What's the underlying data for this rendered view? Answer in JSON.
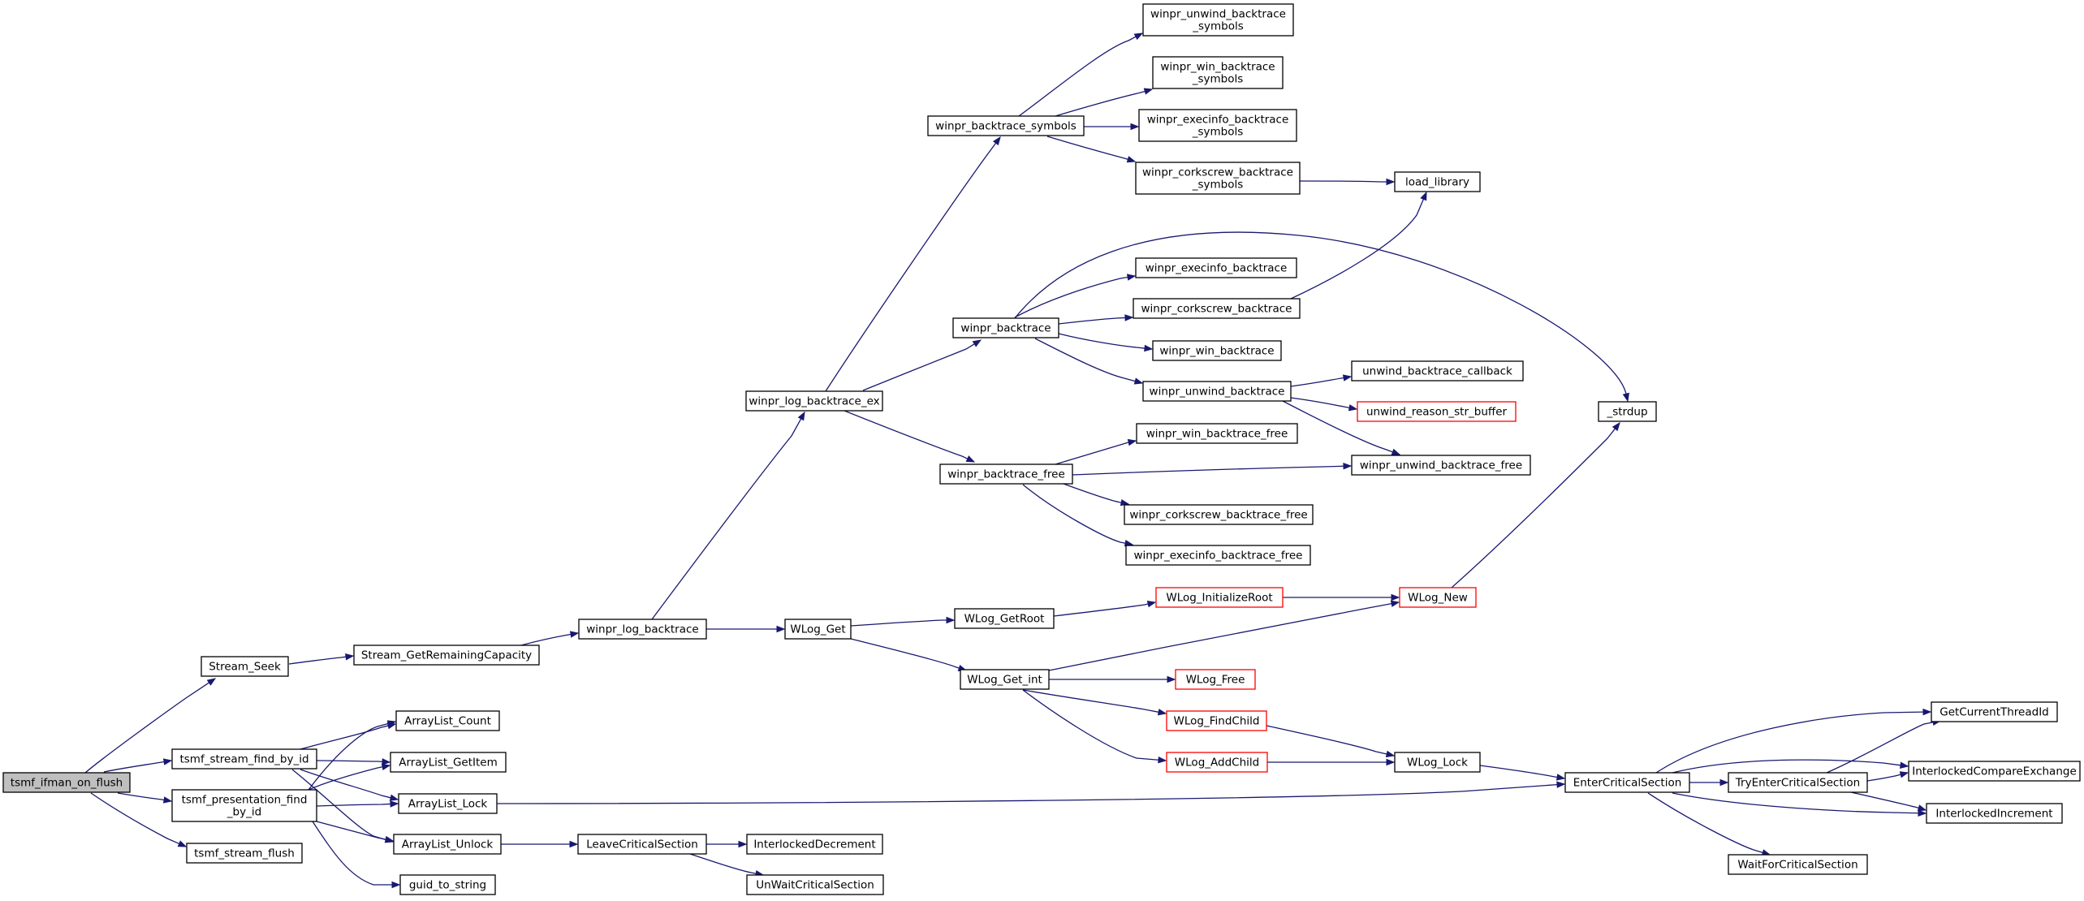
{
  "graph": {
    "colors": {
      "edge": "#191970",
      "node_border": "#000000",
      "truncated_border": "#ff0000",
      "root_fill": "#bfbfbf",
      "node_fill": "#ffffff"
    },
    "nodes": {
      "tsmf_ifman_on_flush": {
        "lines": [
          "tsmf_ifman_on_flush"
        ],
        "kind": "root"
      },
      "Stream_Seek": {
        "lines": [
          "Stream_Seek"
        ]
      },
      "tsmf_stream_find_by_id": {
        "lines": [
          "tsmf_stream_find_by_id"
        ]
      },
      "tsmf_presentation_find_by_id": {
        "lines": [
          "tsmf_presentation_find",
          "_by_id"
        ]
      },
      "tsmf_stream_flush": {
        "lines": [
          "tsmf_stream_flush"
        ]
      },
      "Stream_GetRemainingCapacity": {
        "lines": [
          "Stream_GetRemainingCapacity"
        ]
      },
      "winpr_log_backtrace": {
        "lines": [
          "winpr_log_backtrace"
        ]
      },
      "winpr_log_backtrace_ex": {
        "lines": [
          "winpr_log_backtrace_ex"
        ]
      },
      "WLog_Get": {
        "lines": [
          "WLog_Get"
        ]
      },
      "winpr_backtrace_symbols": {
        "lines": [
          "winpr_backtrace_symbols"
        ]
      },
      "winpr_backtrace": {
        "lines": [
          "winpr_backtrace"
        ]
      },
      "winpr_backtrace_free": {
        "lines": [
          "winpr_backtrace_free"
        ]
      },
      "winpr_unwind_backtrace_symbols": {
        "lines": [
          "winpr_unwind_backtrace",
          "_symbols"
        ]
      },
      "winpr_win_backtrace_symbols": {
        "lines": [
          "winpr_win_backtrace",
          "_symbols"
        ]
      },
      "winpr_execinfo_backtrace_symbols": {
        "lines": [
          "winpr_execinfo_backtrace",
          "_symbols"
        ]
      },
      "winpr_corkscrew_backtrace_symbols": {
        "lines": [
          "winpr_corkscrew_backtrace",
          "_symbols"
        ]
      },
      "load_library": {
        "lines": [
          "load_library"
        ]
      },
      "winpr_execinfo_backtrace": {
        "lines": [
          "winpr_execinfo_backtrace"
        ]
      },
      "winpr_corkscrew_backtrace": {
        "lines": [
          "winpr_corkscrew_backtrace"
        ]
      },
      "winpr_win_backtrace": {
        "lines": [
          "winpr_win_backtrace"
        ]
      },
      "winpr_unwind_backtrace": {
        "lines": [
          "winpr_unwind_backtrace"
        ]
      },
      "unwind_backtrace_callback": {
        "lines": [
          "unwind_backtrace_callback"
        ]
      },
      "unwind_reason_str_buffer": {
        "lines": [
          "unwind_reason_str_buffer"
        ],
        "kind": "red"
      },
      "_strdup": {
        "lines": [
          "_strdup"
        ]
      },
      "winpr_win_backtrace_free": {
        "lines": [
          "winpr_win_backtrace_free"
        ]
      },
      "winpr_unwind_backtrace_free": {
        "lines": [
          "winpr_unwind_backtrace_free"
        ]
      },
      "winpr_corkscrew_backtrace_free": {
        "lines": [
          "winpr_corkscrew_backtrace_free"
        ]
      },
      "winpr_execinfo_backtrace_free": {
        "lines": [
          "winpr_execinfo_backtrace_free"
        ]
      },
      "WLog_GetRoot": {
        "lines": [
          "WLog_GetRoot"
        ]
      },
      "WLog_InitializeRoot": {
        "lines": [
          "WLog_InitializeRoot"
        ],
        "kind": "red"
      },
      "WLog_New": {
        "lines": [
          "WLog_New"
        ],
        "kind": "red"
      },
      "WLog_Get_int": {
        "lines": [
          "WLog_Get_int"
        ]
      },
      "WLog_Free": {
        "lines": [
          "WLog_Free"
        ],
        "kind": "red"
      },
      "WLog_FindChild": {
        "lines": [
          "WLog_FindChild"
        ],
        "kind": "red"
      },
      "WLog_AddChild": {
        "lines": [
          "WLog_AddChild"
        ],
        "kind": "red"
      },
      "WLog_Lock": {
        "lines": [
          "WLog_Lock"
        ]
      },
      "EnterCriticalSection": {
        "lines": [
          "EnterCriticalSection"
        ]
      },
      "TryEnterCriticalSection": {
        "lines": [
          "TryEnterCriticalSection"
        ]
      },
      "GetCurrentThreadId": {
        "lines": [
          "GetCurrentThreadId"
        ]
      },
      "InterlockedCompareExchange": {
        "lines": [
          "InterlockedCompareExchange"
        ]
      },
      "InterlockedIncrement": {
        "lines": [
          "InterlockedIncrement"
        ]
      },
      "WaitForCriticalSection": {
        "lines": [
          "WaitForCriticalSection"
        ]
      },
      "ArrayList_Count": {
        "lines": [
          "ArrayList_Count"
        ]
      },
      "ArrayList_GetItem": {
        "lines": [
          "ArrayList_GetItem"
        ]
      },
      "ArrayList_Lock": {
        "lines": [
          "ArrayList_Lock"
        ]
      },
      "ArrayList_Unlock": {
        "lines": [
          "ArrayList_Unlock"
        ]
      },
      "guid_to_string": {
        "lines": [
          "guid_to_string"
        ]
      },
      "LeaveCriticalSection": {
        "lines": [
          "LeaveCriticalSection"
        ]
      },
      "InterlockedDecrement": {
        "lines": [
          "InterlockedDecrement"
        ]
      },
      "UnWaitCriticalSection": {
        "lines": [
          "UnWaitCriticalSection"
        ]
      }
    },
    "edges": [
      [
        "tsmf_ifman_on_flush",
        "Stream_Seek"
      ],
      [
        "tsmf_ifman_on_flush",
        "tsmf_stream_find_by_id"
      ],
      [
        "tsmf_ifman_on_flush",
        "tsmf_presentation_find_by_id"
      ],
      [
        "tsmf_ifman_on_flush",
        "tsmf_stream_flush"
      ],
      [
        "Stream_Seek",
        "Stream_GetRemainingCapacity"
      ],
      [
        "Stream_GetRemainingCapacity",
        "winpr_log_backtrace"
      ],
      [
        "winpr_log_backtrace",
        "winpr_log_backtrace_ex"
      ],
      [
        "winpr_log_backtrace",
        "WLog_Get"
      ],
      [
        "winpr_log_backtrace_ex",
        "winpr_backtrace_symbols"
      ],
      [
        "winpr_log_backtrace_ex",
        "winpr_backtrace"
      ],
      [
        "winpr_log_backtrace_ex",
        "winpr_backtrace_free"
      ],
      [
        "winpr_backtrace_symbols",
        "winpr_unwind_backtrace_symbols"
      ],
      [
        "winpr_backtrace_symbols",
        "winpr_win_backtrace_symbols"
      ],
      [
        "winpr_backtrace_symbols",
        "winpr_execinfo_backtrace_symbols"
      ],
      [
        "winpr_backtrace_symbols",
        "winpr_corkscrew_backtrace_symbols"
      ],
      [
        "winpr_corkscrew_backtrace_symbols",
        "load_library"
      ],
      [
        "winpr_backtrace",
        "winpr_execinfo_backtrace"
      ],
      [
        "winpr_backtrace",
        "winpr_corkscrew_backtrace"
      ],
      [
        "winpr_backtrace",
        "winpr_win_backtrace"
      ],
      [
        "winpr_backtrace",
        "winpr_unwind_backtrace"
      ],
      [
        "winpr_backtrace",
        "_strdup"
      ],
      [
        "winpr_corkscrew_backtrace",
        "load_library"
      ],
      [
        "winpr_unwind_backtrace",
        "unwind_backtrace_callback"
      ],
      [
        "winpr_unwind_backtrace",
        "unwind_reason_str_buffer"
      ],
      [
        "winpr_unwind_backtrace",
        "winpr_unwind_backtrace_free"
      ],
      [
        "winpr_backtrace_free",
        "winpr_win_backtrace_free"
      ],
      [
        "winpr_backtrace_free",
        "winpr_unwind_backtrace_free"
      ],
      [
        "winpr_backtrace_free",
        "winpr_corkscrew_backtrace_free"
      ],
      [
        "winpr_backtrace_free",
        "winpr_execinfo_backtrace_free"
      ],
      [
        "WLog_Get",
        "WLog_GetRoot"
      ],
      [
        "WLog_Get",
        "WLog_Get_int"
      ],
      [
        "WLog_GetRoot",
        "WLog_InitializeRoot"
      ],
      [
        "WLog_InitializeRoot",
        "WLog_New"
      ],
      [
        "WLog_New",
        "_strdup"
      ],
      [
        "WLog_Get_int",
        "WLog_New"
      ],
      [
        "WLog_Get_int",
        "WLog_Free"
      ],
      [
        "WLog_Get_int",
        "WLog_FindChild"
      ],
      [
        "WLog_Get_int",
        "WLog_AddChild"
      ],
      [
        "WLog_FindChild",
        "WLog_Lock"
      ],
      [
        "WLog_AddChild",
        "WLog_Lock"
      ],
      [
        "WLog_Lock",
        "EnterCriticalSection"
      ],
      [
        "EnterCriticalSection",
        "TryEnterCriticalSection"
      ],
      [
        "EnterCriticalSection",
        "GetCurrentThreadId"
      ],
      [
        "EnterCriticalSection",
        "InterlockedCompareExchange"
      ],
      [
        "EnterCriticalSection",
        "InterlockedIncrement"
      ],
      [
        "EnterCriticalSection",
        "WaitForCriticalSection"
      ],
      [
        "TryEnterCriticalSection",
        "GetCurrentThreadId"
      ],
      [
        "TryEnterCriticalSection",
        "InterlockedCompareExchange"
      ],
      [
        "TryEnterCriticalSection",
        "InterlockedIncrement"
      ],
      [
        "tsmf_stream_find_by_id",
        "ArrayList_Count"
      ],
      [
        "tsmf_stream_find_by_id",
        "ArrayList_GetItem"
      ],
      [
        "tsmf_stream_find_by_id",
        "ArrayList_Lock"
      ],
      [
        "tsmf_stream_find_by_id",
        "ArrayList_Unlock"
      ],
      [
        "tsmf_presentation_find_by_id",
        "ArrayList_Count"
      ],
      [
        "tsmf_presentation_find_by_id",
        "ArrayList_GetItem"
      ],
      [
        "tsmf_presentation_find_by_id",
        "ArrayList_Lock"
      ],
      [
        "tsmf_presentation_find_by_id",
        "ArrayList_Unlock"
      ],
      [
        "tsmf_presentation_find_by_id",
        "guid_to_string"
      ],
      [
        "ArrayList_Lock",
        "EnterCriticalSection"
      ],
      [
        "ArrayList_Unlock",
        "LeaveCriticalSection"
      ],
      [
        "LeaveCriticalSection",
        "InterlockedDecrement"
      ],
      [
        "LeaveCriticalSection",
        "UnWaitCriticalSection"
      ]
    ]
  }
}
